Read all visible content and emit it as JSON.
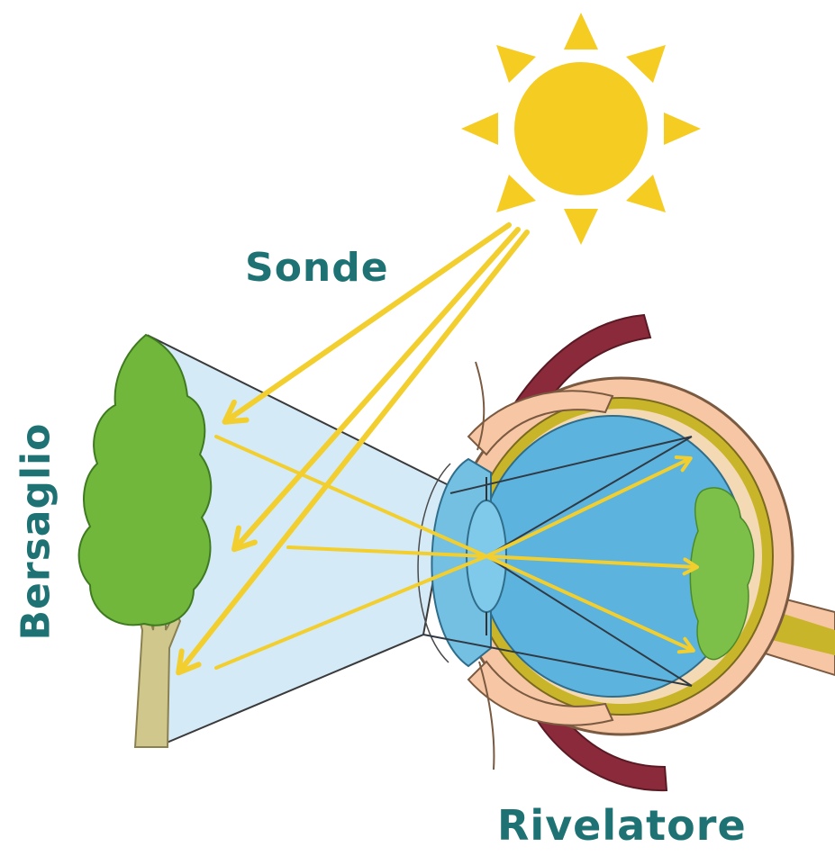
{
  "labels": {
    "probes": "Sonde",
    "target": "Bersaglio",
    "detector": "Rivelatore"
  },
  "colors": {
    "label_teal": "#1e7273",
    "sun": "#f5cc22",
    "ray": "#f2cf2e",
    "tree_foliage": "#6fb63b",
    "trunk": "#c9c38a",
    "cone_fill": "#cfe7f5",
    "eye_fluid": "#5cb3dd",
    "sclera": "#f7c6a4",
    "eyelid_muscle": "#8a2a3a",
    "choroid": "#c9b52a",
    "retina_image": "#7cc04a"
  },
  "icons": [
    "sun-icon",
    "tree-icon",
    "eye-icon"
  ]
}
